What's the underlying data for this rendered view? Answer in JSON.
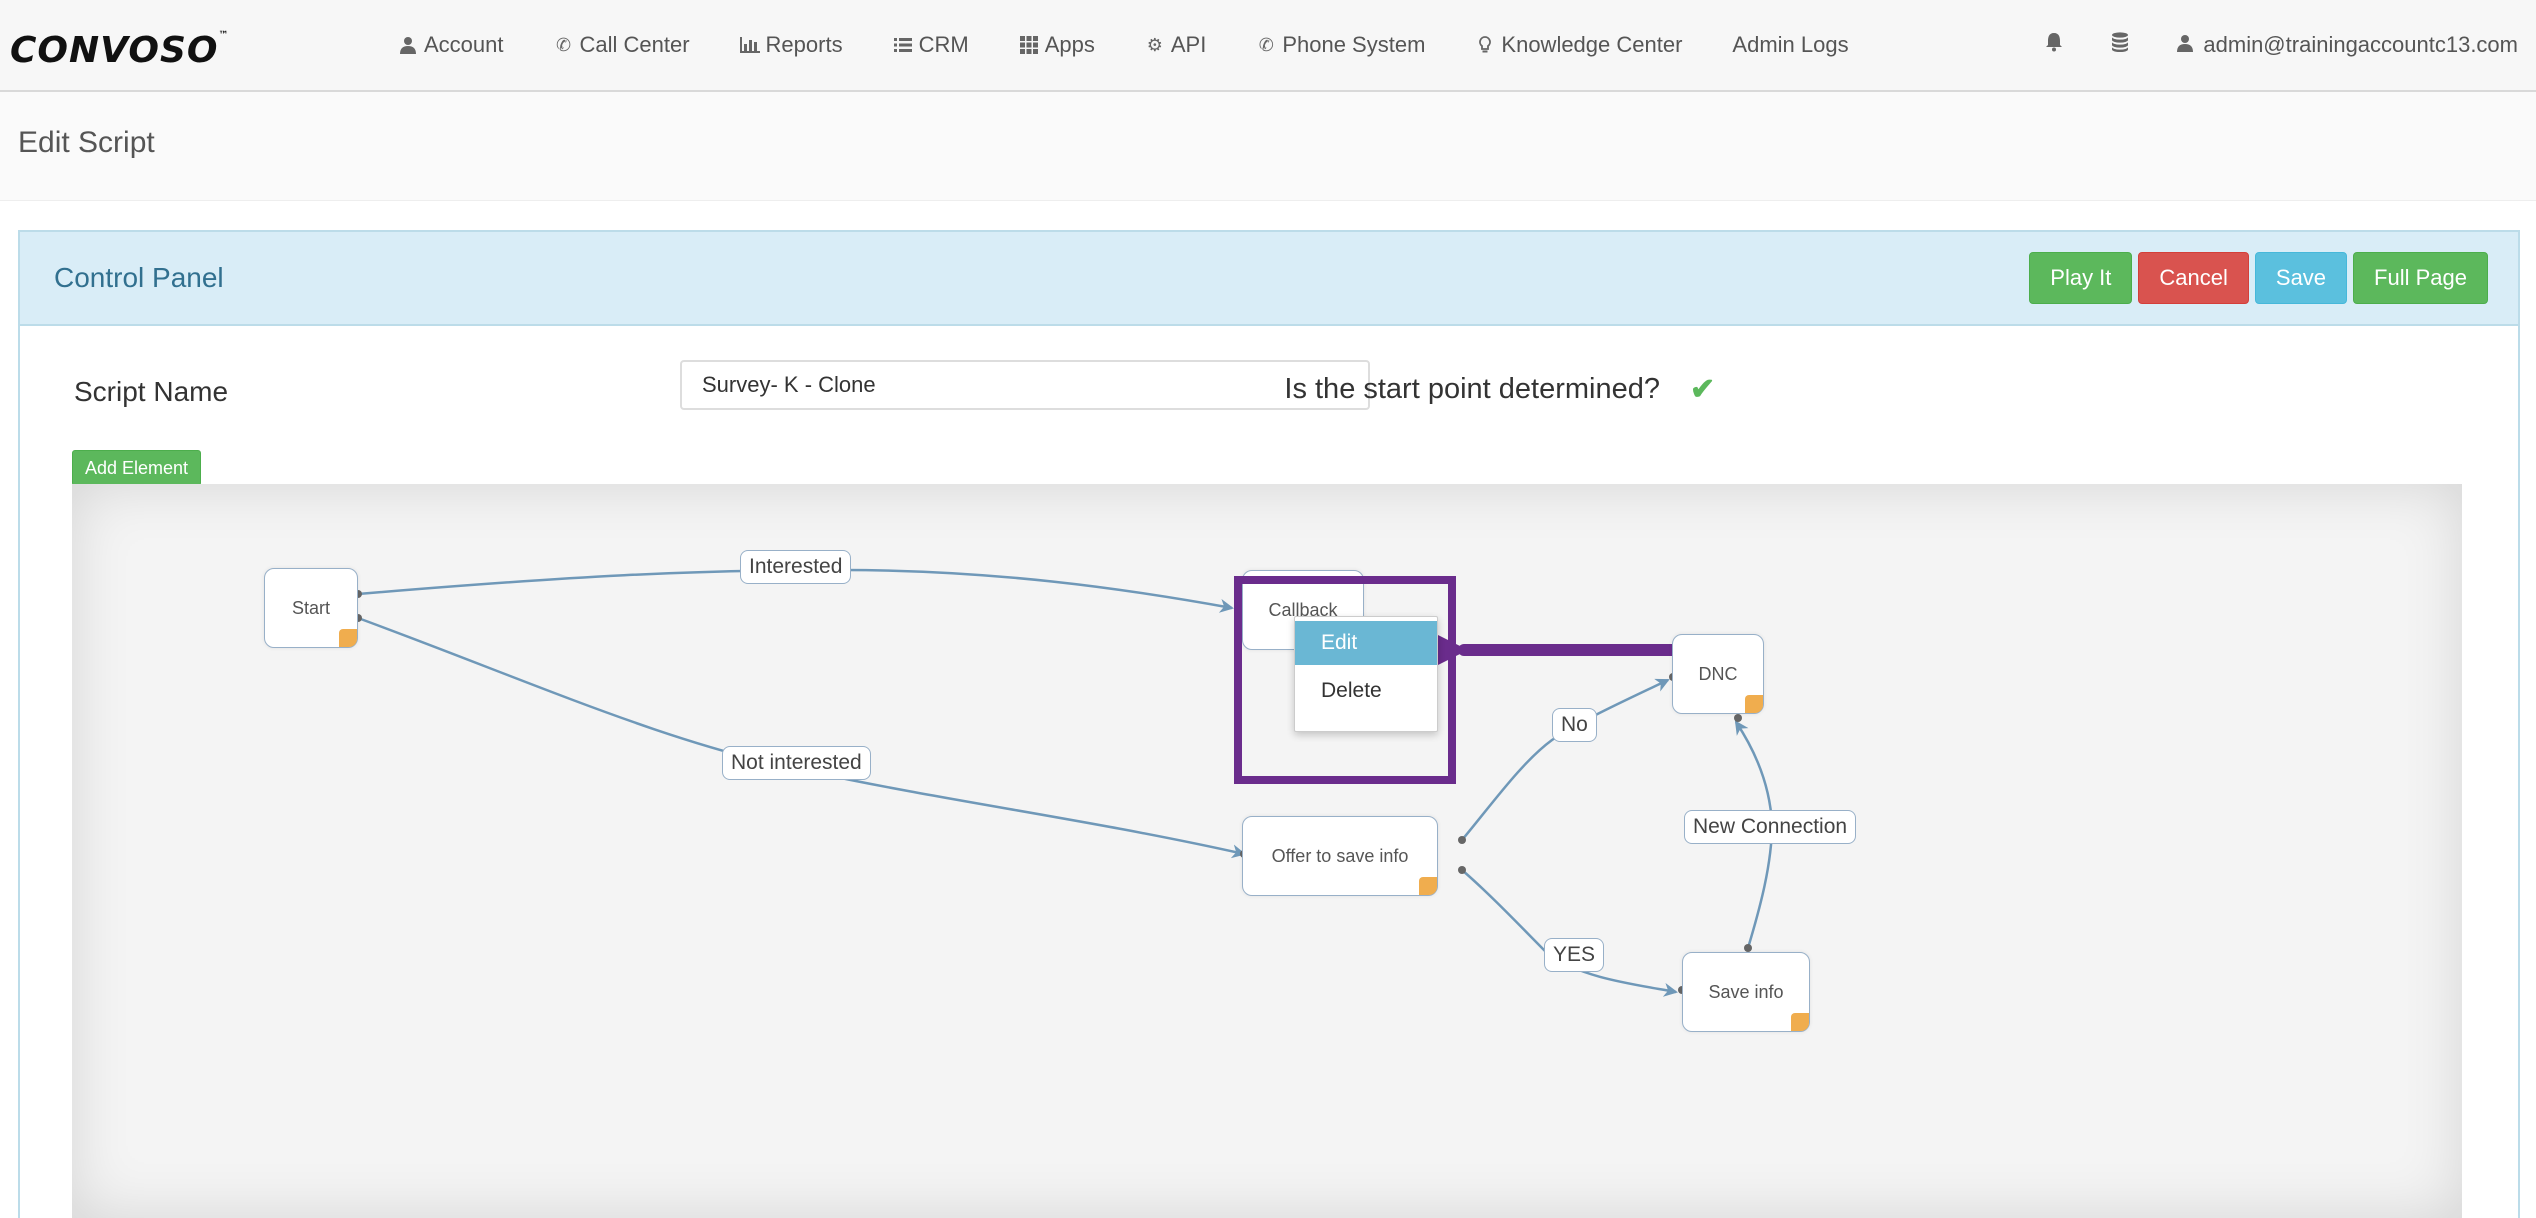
{
  "app": {
    "logo": "CONVOSO",
    "logo_mark": "™"
  },
  "nav": {
    "items": [
      {
        "label": "Account",
        "icon": "user-icon"
      },
      {
        "label": "Call Center",
        "icon": "phone-icon"
      },
      {
        "label": "Reports",
        "icon": "bar-chart-icon"
      },
      {
        "label": "CRM",
        "icon": "list-icon"
      },
      {
        "label": "Apps",
        "icon": "grid-icon"
      },
      {
        "label": "API",
        "icon": "gear-icon"
      },
      {
        "label": "Phone System",
        "icon": "phone-icon"
      },
      {
        "label": "Knowledge Center",
        "icon": "lightbulb-icon"
      },
      {
        "label": "Admin Logs",
        "icon": ""
      }
    ],
    "right": {
      "bell_icon": "bell-icon",
      "db_icon": "database-icon",
      "user": "admin@trainingaccountc13.com"
    }
  },
  "page": {
    "title": "Edit Script"
  },
  "panel": {
    "title": "Control Panel",
    "buttons": {
      "play": "Play It",
      "cancel": "Cancel",
      "save": "Save",
      "full": "Full Page"
    },
    "script_name_label": "Script Name",
    "script_name_value": "Survey- K - Clone",
    "start_point_question": "Is the start point determined?",
    "start_point_check": "✔",
    "add_element": "Add Element"
  },
  "flow": {
    "nodes": {
      "start": "Start",
      "callback": "Callback",
      "dnc": "DNC",
      "offer": "Offer to save info",
      "save_info": "Save info"
    },
    "edges": {
      "interested": "Interested",
      "not_interested": "Not interested",
      "no": "No",
      "yes": "YES",
      "new_connection": "New Connection"
    },
    "context_menu": {
      "edit": "Edit",
      "delete": "Delete"
    }
  },
  "colors": {
    "accent_purple": "#6a2c8c",
    "edge": "#6f98b8",
    "green": "#5cb85c",
    "red": "#d9534f",
    "blue": "#5bc0de"
  }
}
